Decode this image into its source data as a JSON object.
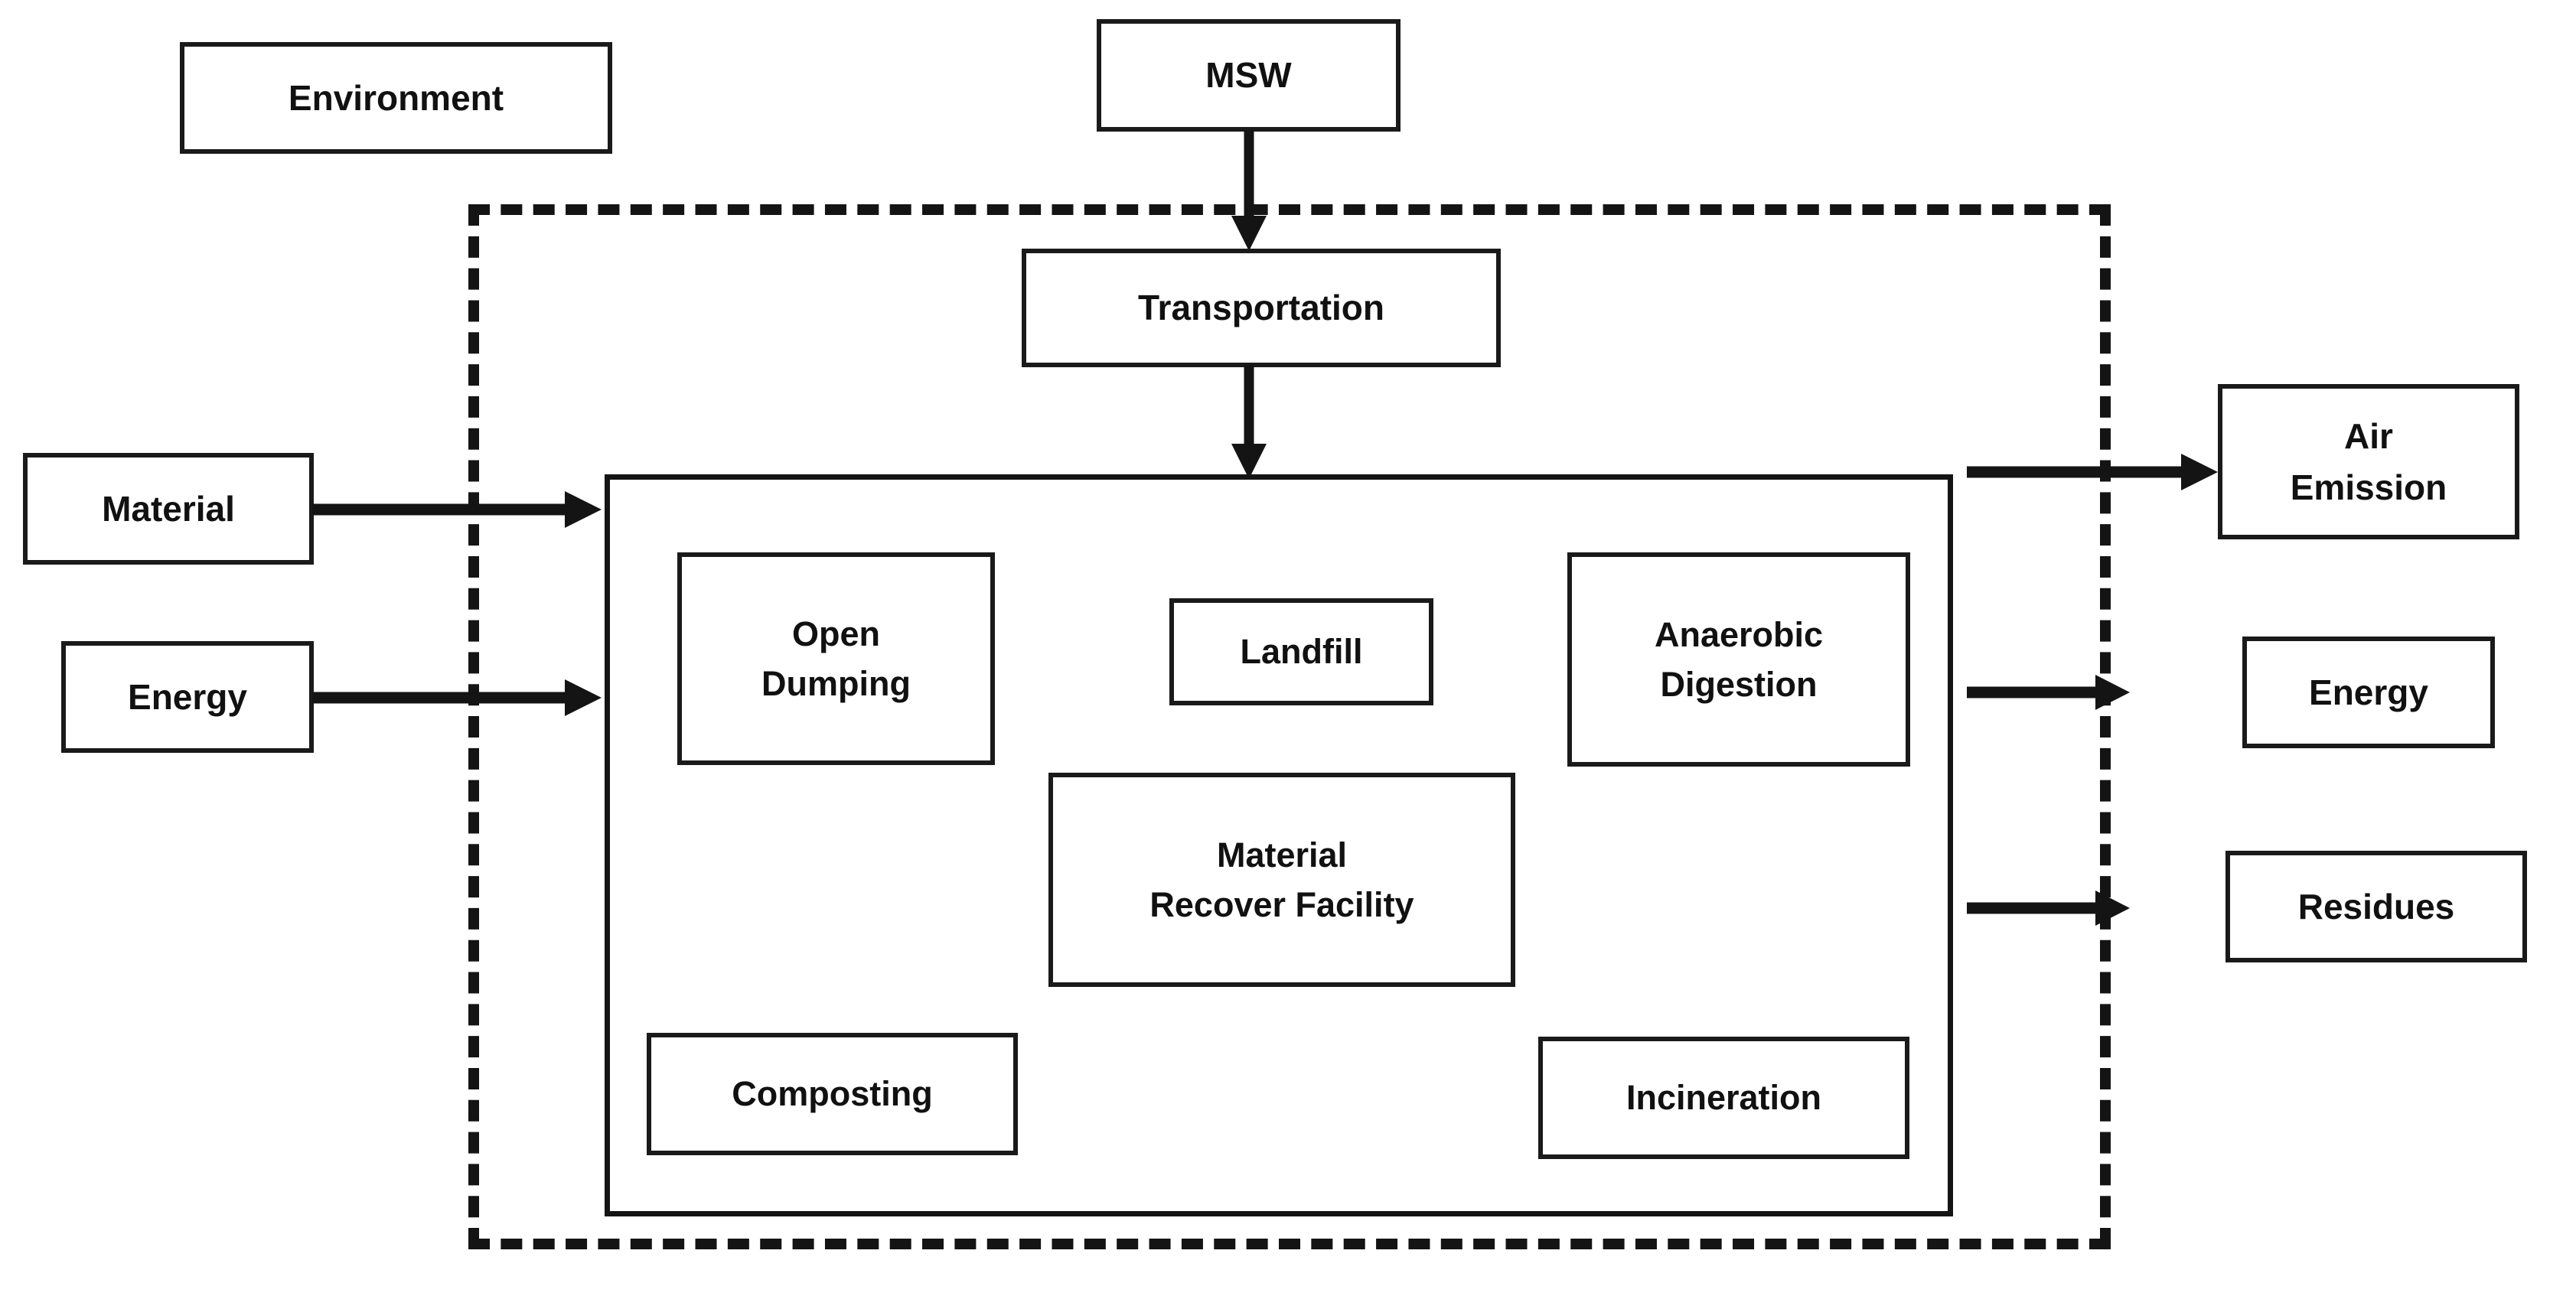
{
  "diagram": {
    "title": "MSW management system boundary diagram",
    "type": "flow-diagram",
    "colors": {
      "stroke": "#141414",
      "box_fill": "#ffffff",
      "text": "#111111",
      "background": "#ffffff"
    }
  },
  "labels": {
    "environment": "Environment",
    "msw": "MSW",
    "transportation": "Transportation",
    "material_in": "Material",
    "energy_in": "Energy",
    "air_emission": "Air\nEmission",
    "energy_out": "Energy",
    "residues": "Residues",
    "open_dumping": "Open\nDumping",
    "landfill": "Landfill",
    "anaerobic_digestion": "Anaerobic\nDigestion",
    "material_recover_facility": "Material\nRecover Facility",
    "composting": "Composting",
    "incineration": "Incineration"
  },
  "boundaries": {
    "system_boundary_style": "dashed",
    "treatment_box_style": "solid"
  },
  "flows": [
    {
      "id": "msw-to-transportation",
      "from": "MSW",
      "to": "Transportation",
      "direction": "down"
    },
    {
      "id": "transportation-to-treatment",
      "from": "Transportation",
      "to": "Treatment system",
      "direction": "down"
    },
    {
      "id": "material-to-treatment",
      "from": "Material",
      "to": "Treatment system",
      "direction": "right"
    },
    {
      "id": "energy-to-treatment",
      "from": "Energy",
      "to": "Treatment system",
      "direction": "right"
    },
    {
      "id": "treatment-to-air-emission",
      "from": "Treatment system",
      "to": "Air Emission",
      "direction": "right"
    },
    {
      "id": "treatment-to-energy",
      "from": "Treatment system",
      "to": "Energy",
      "direction": "right"
    },
    {
      "id": "treatment-to-residues",
      "from": "Treatment system",
      "to": "Residues",
      "direction": "right"
    }
  ]
}
